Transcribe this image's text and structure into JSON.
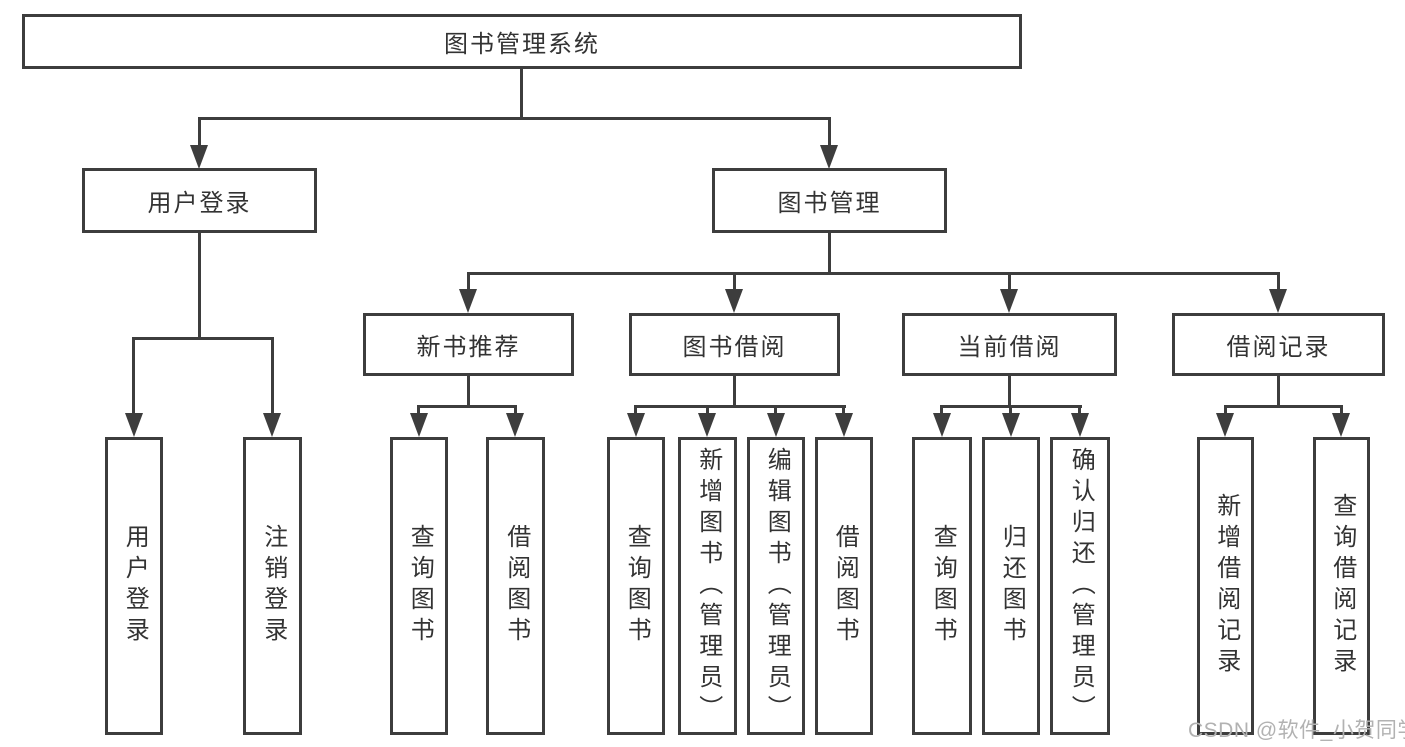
{
  "title": "图书管理系统",
  "watermark": "CSDN @软件_小贺同学",
  "theme": {
    "line": "#3d3d3d",
    "text": "#333333",
    "watermark": "#b2b2b2",
    "bg": "#ffffff"
  },
  "tree": {
    "label": "图书管理系统",
    "children": [
      {
        "label": "用户登录",
        "children": [
          {
            "label": "用户登录"
          },
          {
            "label": "注销登录"
          }
        ]
      },
      {
        "label": "图书管理",
        "children": [
          {
            "label": "新书推荐",
            "children": [
              {
                "label": "查询图书"
              },
              {
                "label": "借阅图书"
              }
            ]
          },
          {
            "label": "图书借阅",
            "children": [
              {
                "label": "查询图书"
              },
              {
                "label": "新增图书（管理员）"
              },
              {
                "label": "编辑图书（管理员）"
              },
              {
                "label": "借阅图书"
              }
            ]
          },
          {
            "label": "当前借阅",
            "children": [
              {
                "label": "查询图书"
              },
              {
                "label": "归还图书"
              },
              {
                "label": "确认归还（管理员）"
              }
            ]
          },
          {
            "label": "借阅记录",
            "children": [
              {
                "label": "新增借阅记录"
              },
              {
                "label": "查询借阅记录"
              }
            ]
          }
        ]
      }
    ]
  }
}
